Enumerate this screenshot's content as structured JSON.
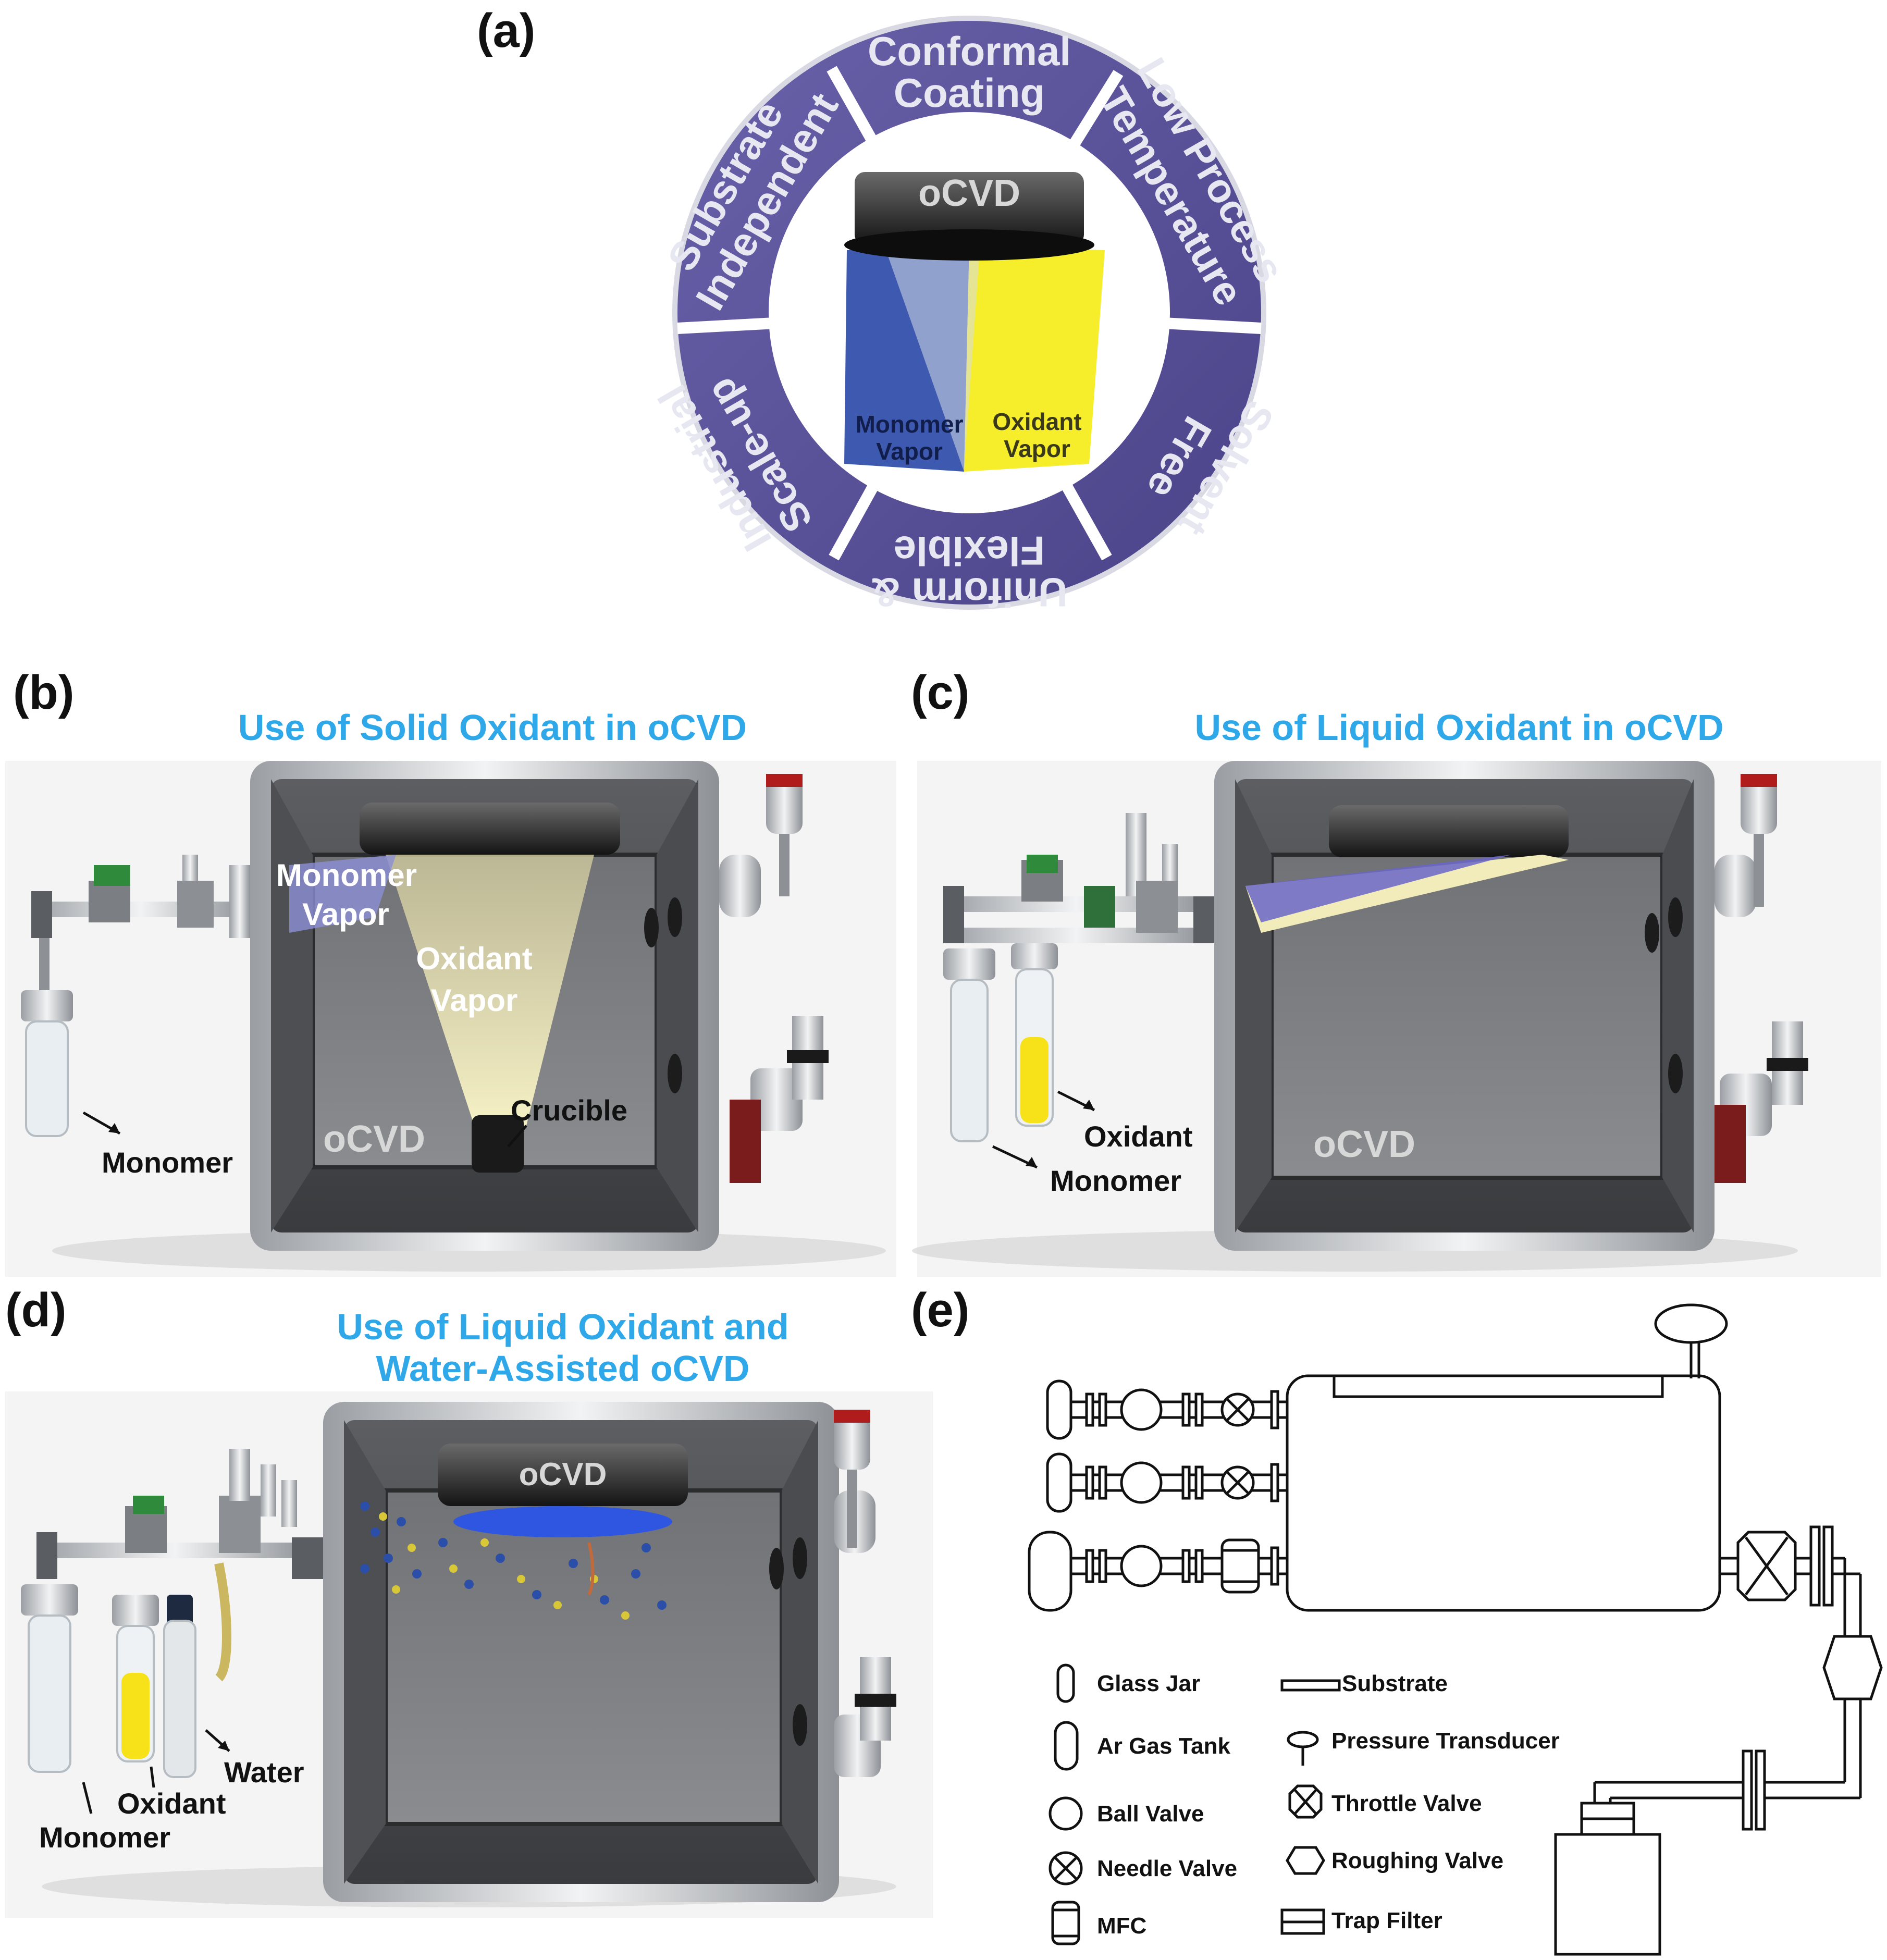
{
  "panel_a": {
    "label": "(a)",
    "segments": [
      {
        "line1": "Conformal",
        "line2": "Coating"
      },
      {
        "line1": "Low Process",
        "line2": "Temperature"
      },
      {
        "line1": "Solvent",
        "line2": "Free"
      },
      {
        "line1": "Uniform &",
        "line2": "Flexible"
      },
      {
        "line1": "Industrial",
        "line2": "Scale-up"
      },
      {
        "line1": "Substrate",
        "line2": "Independent"
      }
    ],
    "center_label": "oCVD",
    "monomer_line1": "Monomer",
    "monomer_line2": "Vapor",
    "oxidant_line1": "Oxidant",
    "oxidant_line2": "Vapor",
    "colors": {
      "ring": "#5b5299",
      "monomer": "#3e59b0",
      "oxidant": "#f6ee2a"
    }
  },
  "panel_b": {
    "label": "(b)",
    "title": "Use of Solid Oxidant in oCVD",
    "monomer_vapor_line1": "Monomer",
    "monomer_vapor_line2": "Vapor",
    "oxidant_vapor_line1": "Oxidant",
    "oxidant_vapor_line2": "Vapor",
    "crucible": "Crucible",
    "ocvd": "oCVD",
    "monomer": "Monomer"
  },
  "panel_c": {
    "label": "(c)",
    "title": "Use of Liquid Oxidant in oCVD",
    "oxidant": "Oxidant",
    "monomer": "Monomer",
    "ocvd": "oCVD"
  },
  "panel_d": {
    "label": "(d)",
    "title_line1": "Use of Liquid Oxidant and",
    "title_line2": "Water-Assisted oCVD",
    "ocvd": "oCVD",
    "water": "Water",
    "oxidant": "Oxidant",
    "monomer": "Monomer"
  },
  "panel_e": {
    "label": "(e)",
    "legend": {
      "glass_jar": "Glass Jar",
      "ar_gas_tank": "Ar Gas Tank",
      "ball_valve": "Ball Valve",
      "needle_valve": "Needle Valve",
      "mfc": "MFC",
      "substrate": "Substrate",
      "pressure_transducer": "Pressure Transducer",
      "throttle_valve": "Throttle Valve",
      "roughing_valve": "Roughing Valve",
      "trap_filter": "Trap Filter"
    }
  },
  "icons": [
    "glass-jar-icon",
    "ar-gas-tank-icon",
    "ball-valve-icon",
    "needle-valve-icon",
    "mfc-icon",
    "substrate-icon",
    "pressure-transducer-icon",
    "throttle-valve-icon",
    "roughing-valve-icon",
    "trap-filter-icon"
  ]
}
